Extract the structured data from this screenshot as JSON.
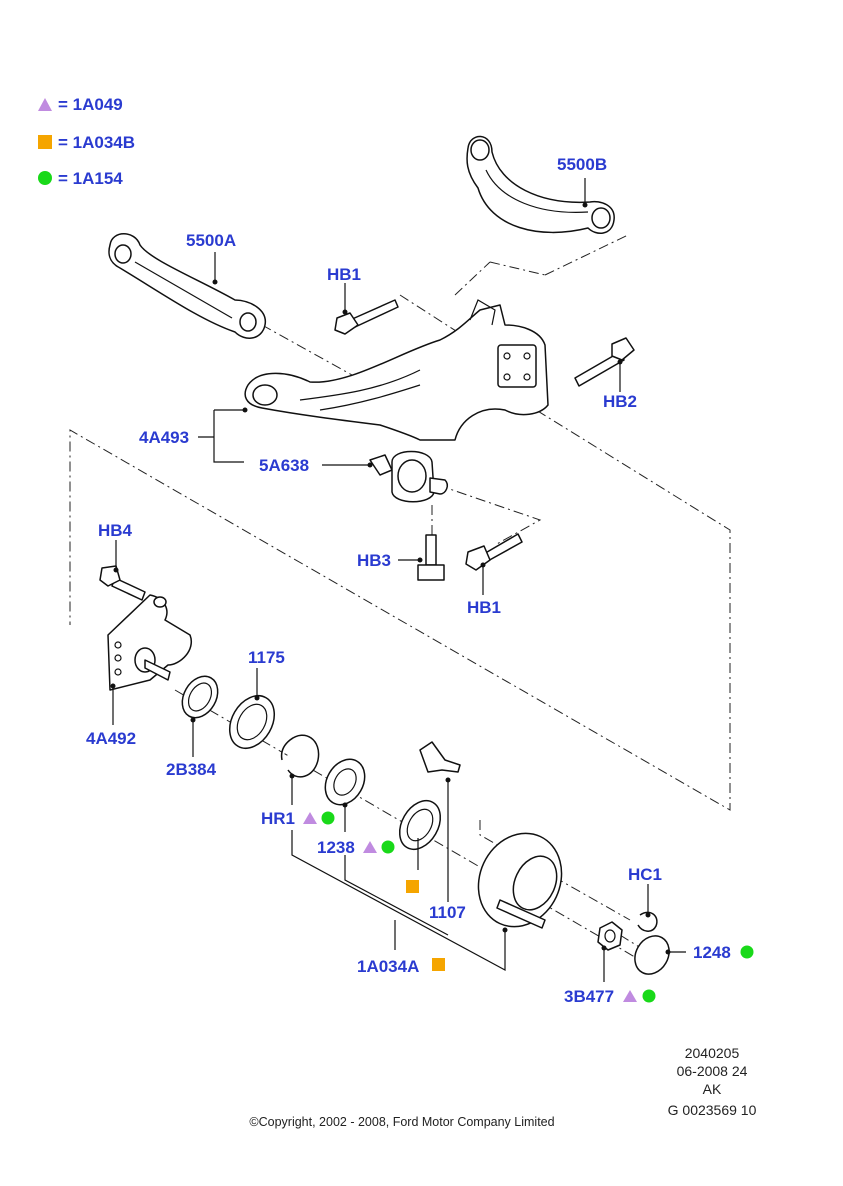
{
  "legend": [
    {
      "symbol": "triangle",
      "color": "#c08be0",
      "text": "= 1A049"
    },
    {
      "symbol": "square",
      "color": "#f5a500",
      "text": "= 1A034B"
    },
    {
      "symbol": "circle",
      "color": "#19d919",
      "text": "= 1A154"
    }
  ],
  "labels": {
    "arm_5500A": "5500A",
    "arm_5500B": "5500B",
    "hb1_top": "HB1",
    "hb2": "HB2",
    "knuckle_4A493": "4A493",
    "bushing_5A638": "5A638",
    "hb3": "HB3",
    "hb1_bottom": "HB1",
    "hb4": "HB4",
    "bracket_4A492": "4A492",
    "ring_1175": "1175",
    "seal_2B384": "2B384",
    "hr1": "HR1",
    "bearing_1238": "1238",
    "stud_1107": "1107",
    "hub_1A034A": "1A034A",
    "hc1": "HC1",
    "cap_1248": "1248",
    "nut_3B477": "3B477"
  },
  "marker_colors": {
    "triangle": "#c08be0",
    "square": "#f5a500",
    "circle": "#19d919"
  },
  "footer": {
    "line1": "2040205",
    "line2": "06-2008 24",
    "line3": "AK",
    "line4": "G 0023569 10",
    "copyright": "©Copyright, 2002 - 2008, Ford Motor Company Limited"
  }
}
